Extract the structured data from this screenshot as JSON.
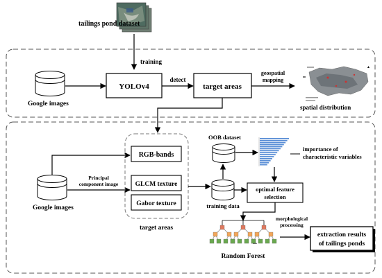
{
  "top": {
    "dataset_label": "tailings pond dataset",
    "training_label": "training",
    "google_images_label": "Google images",
    "yolo_label": "YOLOv4",
    "detect_label": "detect",
    "target_areas_label": "target areas",
    "geospatial_label_1": "geospatial",
    "geospatial_label_2": "mapping",
    "spatial_distribution_label": "spatial distribution"
  },
  "bottom": {
    "google_images_label": "Google images",
    "principal_label_1": "Principal",
    "principal_label_2": "component image",
    "rgb_label": "RGB-bands",
    "glcm_label": "GLCM texture",
    "gabor_label": "Gabor texture",
    "target_areas_label": "target areas",
    "oob_label": "OOB dataset",
    "training_data_label": "training data",
    "importance_label_1": "importance of",
    "importance_label_2": "characteristic variables",
    "optimal_label_1": "optimal feature",
    "optimal_label_2": "selection",
    "morph_label_1": "morphological",
    "morph_label_2": "processing",
    "extraction_label_1": "extraction results",
    "extraction_label_2": "of tailings ponds",
    "random_forest_label": "Random Forest"
  },
  "importance_chart": {
    "bar_count": 14,
    "bar_color": "#5b8fd6"
  }
}
